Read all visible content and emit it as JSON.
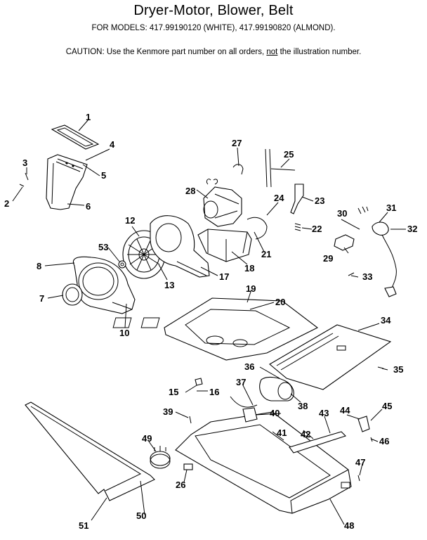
{
  "header": {
    "title": "Dryer-Motor, Blower, Belt",
    "models": "FOR MODELS:  417.99190120 (WHITE), 417.99190820 (ALMOND).",
    "caution_prefix": "CAUTION:  Use the Kenmore part number on all orders, ",
    "caution_emphasis": "not",
    "caution_suffix": " the illustration number."
  },
  "callouts": [
    "1",
    "2",
    "3",
    "4",
    "5",
    "6",
    "7",
    "8",
    "10",
    "12",
    "13",
    "15",
    "16",
    "17",
    "18",
    "19",
    "20",
    "21",
    "22",
    "23",
    "24",
    "25",
    "26",
    "27",
    "28",
    "29",
    "30",
    "31",
    "32",
    "33",
    "34",
    "35",
    "36",
    "37",
    "38",
    "39",
    "40",
    "41",
    "42",
    "43",
    "44",
    "45",
    "46",
    "47",
    "48",
    "49",
    "50",
    "51",
    "53"
  ]
}
